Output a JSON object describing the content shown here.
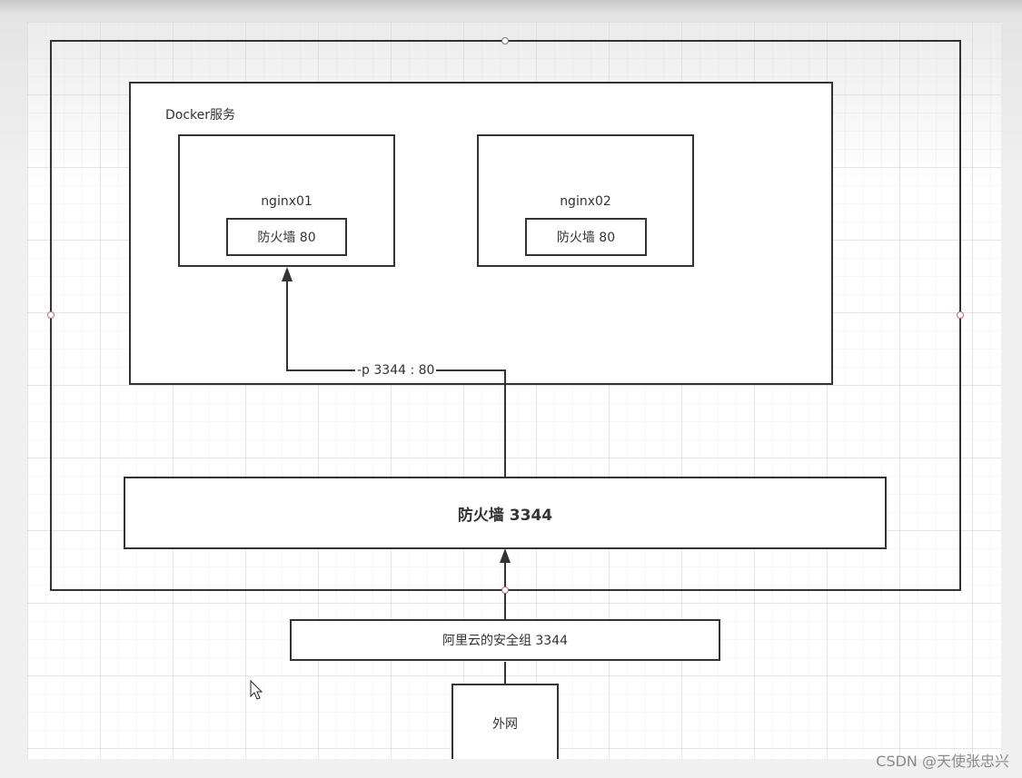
{
  "diagram": {
    "docker_service_label": "Docker服务",
    "nginx01": {
      "name": "nginx01",
      "firewall_label": "防火墙  80"
    },
    "nginx02": {
      "name": "nginx02",
      "firewall_label": "防火墙  80"
    },
    "port_mapping_label": "-p 3344 : 80",
    "host_firewall_label": "防火墙   3344",
    "aliyun_security_group_label": "阿里云的安全组   3344",
    "external_network_label": "外网"
  },
  "watermark": "CSDN @天使张忠兴"
}
